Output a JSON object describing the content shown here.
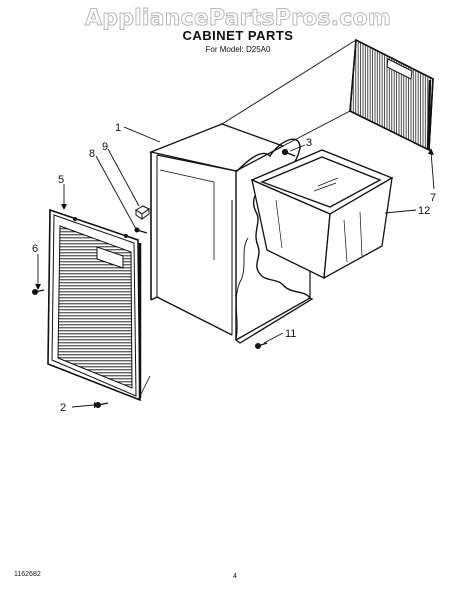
{
  "watermark": "AppliancePartsPros.com",
  "header": {
    "title": "CABINET PARTS",
    "subtitle": "For Model: D25A0"
  },
  "callouts": [
    {
      "id": "1",
      "label": "1"
    },
    {
      "id": "2",
      "label": "2"
    },
    {
      "id": "3",
      "label": "3"
    },
    {
      "id": "5",
      "label": "5"
    },
    {
      "id": "6",
      "label": "6"
    },
    {
      "id": "7",
      "label": "7"
    },
    {
      "id": "8",
      "label": "8"
    },
    {
      "id": "9",
      "label": "9"
    },
    {
      "id": "11",
      "label": "11"
    },
    {
      "id": "12",
      "label": "12"
    }
  ],
  "footer": {
    "doc_number": "1162682",
    "page_number": "4"
  }
}
